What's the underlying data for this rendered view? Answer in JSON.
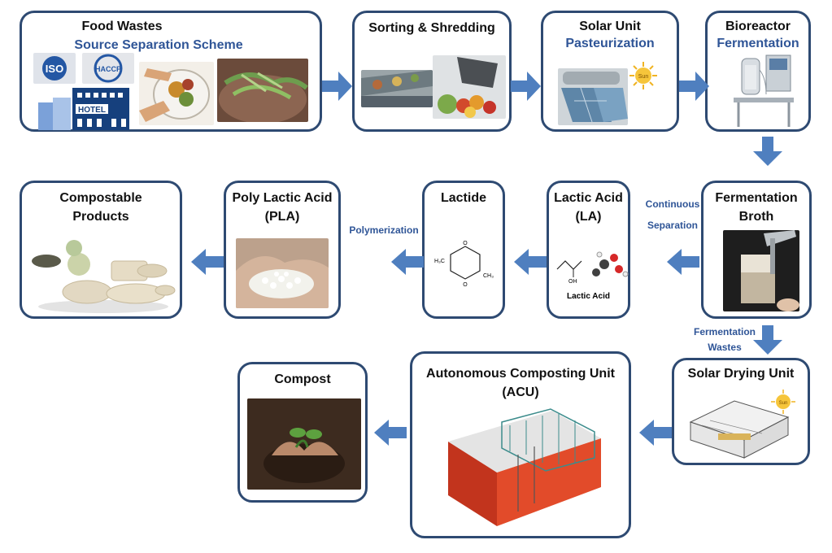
{
  "row1": {
    "food_wastes": {
      "title": "Food Wastes",
      "subtitle": "Source Separation Scheme",
      "logo_iso": "ISO",
      "logo_haccp": "HACCP",
      "hotel_text": "HOTEL"
    },
    "sorting": {
      "title": "Sorting & Shredding"
    },
    "solar_unit": {
      "title": "Solar Unit",
      "subtitle": "Pasteurization",
      "sun_text": "Sun"
    },
    "bioreactor": {
      "title": "Bioreactor",
      "subtitle": "Fermentation"
    }
  },
  "row2": {
    "compostable": {
      "title_line1": "Compostable",
      "title_line2": "Products"
    },
    "pla": {
      "title_line1": "Poly Lactic Acid",
      "title_line2": "(PLA)"
    },
    "lactide": {
      "title": "Lactide",
      "atom_h3c_left": "H₃C",
      "atom_ch3_right": "CH₃",
      "atom_o": "O"
    },
    "lactic_acid": {
      "title_line1": "Lactic Acid",
      "title_line2": "(LA)",
      "caption": "Lactic Acid",
      "atom_oh": "OH"
    },
    "broth": {
      "title_line1": "Fermentation",
      "title_line2": "Broth"
    }
  },
  "row3": {
    "compost": {
      "title": "Compost"
    },
    "acu": {
      "title_line1": "Autonomous Composting Unit",
      "title_line2": "(ACU)"
    },
    "solar_drying": {
      "title": "Solar Drying Unit",
      "sun_text": "Sun"
    }
  },
  "labels": {
    "continuous_line1": "Continuous",
    "continuous_line2": "Separation",
    "polymerization": "Polymerization",
    "fermentation_wastes_line1": "Fermentation",
    "fermentation_wastes_line2": "Wastes"
  },
  "colors": {
    "border": "#2e4a72",
    "arrow": "#4f7fbf",
    "accent_text": "#2f5597"
  }
}
